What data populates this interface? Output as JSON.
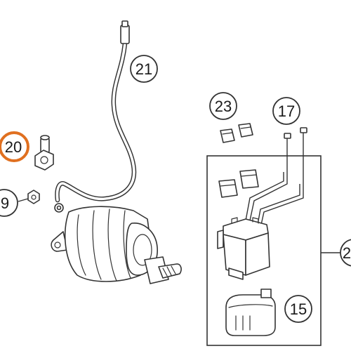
{
  "diagram": {
    "callouts": [
      {
        "id": "21",
        "label": "21",
        "highlighted": false
      },
      {
        "id": "23",
        "label": "23",
        "highlighted": false
      },
      {
        "id": "17",
        "label": "17",
        "highlighted": false
      },
      {
        "id": "20",
        "label": "20",
        "highlighted": true
      },
      {
        "id": "19",
        "label": "9",
        "highlighted": false
      },
      {
        "id": "15",
        "label": "15",
        "highlighted": false
      },
      {
        "id": "2x",
        "label": "2",
        "highlighted": false
      }
    ],
    "highlight_color": "#e07020",
    "line_color": "#333333"
  }
}
